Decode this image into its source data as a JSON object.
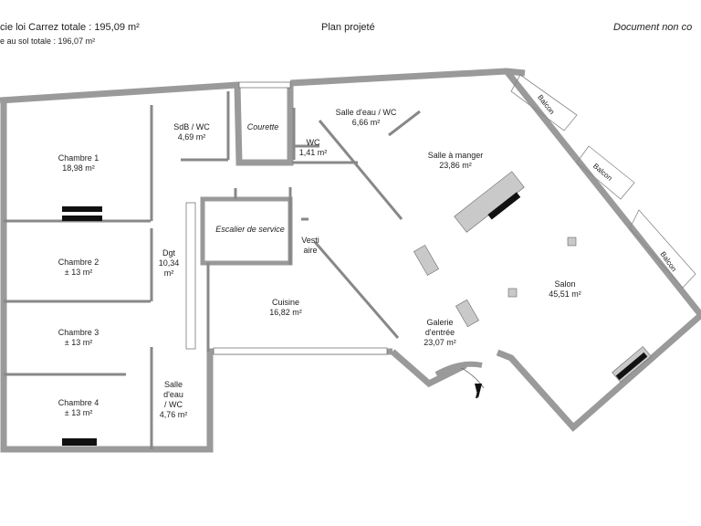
{
  "header": {
    "carrez": "cie loi Carrez totale : 195,09 m²",
    "sol": "e au sol totale : 196,07 m²",
    "plan": "Plan projeté",
    "doc": "Document non co"
  },
  "rooms": {
    "sdb": {
      "name": "SdB / WC",
      "area": "4,69 m²"
    },
    "courette": {
      "name": "Courette"
    },
    "salle_eau_top": {
      "name": "Salle d'eau / WC",
      "area": "6,66 m²"
    },
    "wc": {
      "name": "WC",
      "area": "1,41 m²"
    },
    "chambre1": {
      "name": "Chambre 1",
      "area": "18,98 m²"
    },
    "salle_manger": {
      "name": "Salle à manger",
      "area": "23,86 m²"
    },
    "escalier": {
      "name": "Escalier de service"
    },
    "vestiaire": {
      "name": "Vesti",
      "name2": "aire"
    },
    "dgt": {
      "name": "Dgt",
      "area1": "10,34",
      "area2": "m²"
    },
    "chambre2": {
      "name": "Chambre 2",
      "area": "± 13 m²"
    },
    "salon": {
      "name": "Salon",
      "area": "45,51 m²"
    },
    "cuisine": {
      "name": "Cuisine",
      "area": "16,82 m²"
    },
    "galerie": {
      "name": "Galerie",
      "name2": "d'entrée",
      "area": "23,07 m²"
    },
    "chambre3": {
      "name": "Chambre 3",
      "area": "± 13 m²"
    },
    "salle_eau_bot": {
      "name1": "Salle",
      "name2": "d'eau",
      "name3": "/ WC",
      "area": "4,76 m²"
    },
    "chambre4": {
      "name": "Chambre 4",
      "area": "± 13 m²"
    }
  },
  "balcons": [
    "Balcon",
    "Balcon",
    "Balcon"
  ]
}
